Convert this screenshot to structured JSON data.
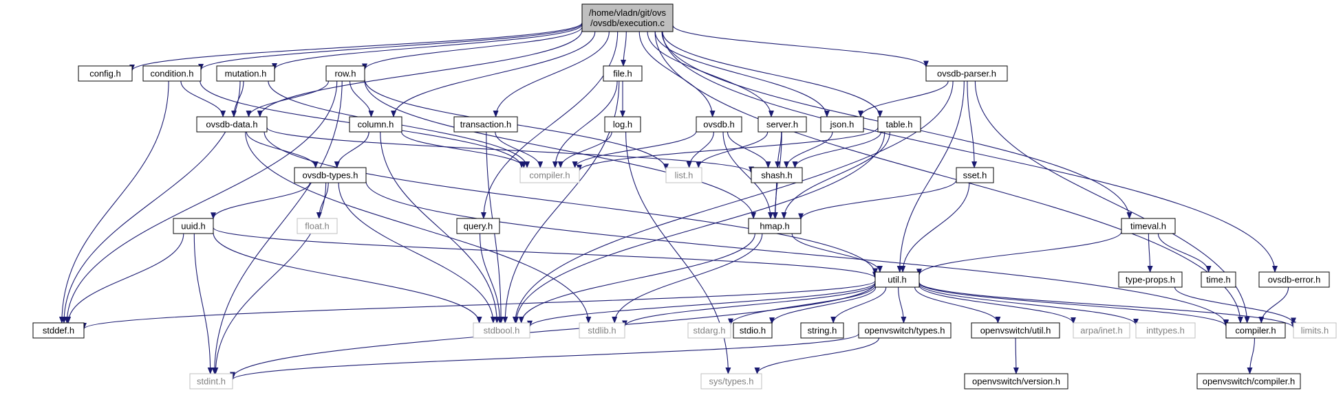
{
  "diagram": {
    "type": "include-dependency-graph",
    "colors": {
      "edge": "#191970",
      "node_border": "#000000",
      "external_border": "#bfbfbf",
      "external_text": "#808080",
      "root_fill": "#bfbfbf"
    },
    "root": "root",
    "nodes": [
      {
        "id": "root",
        "lines": [
          "/home/vladn/git/ovs",
          "/ovsdb/execution.c"
        ],
        "kind": "root"
      },
      {
        "id": "config",
        "lines": [
          "config.h"
        ],
        "kind": "internal"
      },
      {
        "id": "condition",
        "lines": [
          "condition.h"
        ],
        "kind": "internal"
      },
      {
        "id": "mutation",
        "lines": [
          "mutation.h"
        ],
        "kind": "internal"
      },
      {
        "id": "row",
        "lines": [
          "row.h"
        ],
        "kind": "internal"
      },
      {
        "id": "file",
        "lines": [
          "file.h"
        ],
        "kind": "internal"
      },
      {
        "id": "ovsdbparser",
        "lines": [
          "ovsdb-parser.h"
        ],
        "kind": "internal"
      },
      {
        "id": "ovsdbdata",
        "lines": [
          "ovsdb-data.h"
        ],
        "kind": "internal"
      },
      {
        "id": "column",
        "lines": [
          "column.h"
        ],
        "kind": "internal"
      },
      {
        "id": "transaction",
        "lines": [
          "transaction.h"
        ],
        "kind": "internal"
      },
      {
        "id": "log",
        "lines": [
          "log.h"
        ],
        "kind": "internal"
      },
      {
        "id": "ovsdb",
        "lines": [
          "ovsdb.h"
        ],
        "kind": "internal"
      },
      {
        "id": "server",
        "lines": [
          "server.h"
        ],
        "kind": "internal"
      },
      {
        "id": "json",
        "lines": [
          "json.h"
        ],
        "kind": "internal"
      },
      {
        "id": "table",
        "lines": [
          "table.h"
        ],
        "kind": "internal"
      },
      {
        "id": "compiler",
        "lines": [
          "compiler.h"
        ],
        "kind": "external"
      },
      {
        "id": "list",
        "lines": [
          "list.h"
        ],
        "kind": "external"
      },
      {
        "id": "shash",
        "lines": [
          "shash.h"
        ],
        "kind": "internal"
      },
      {
        "id": "ovsdbtypes",
        "lines": [
          "ovsdb-types.h"
        ],
        "kind": "internal"
      },
      {
        "id": "sset",
        "lines": [
          "sset.h"
        ],
        "kind": "internal"
      },
      {
        "id": "float",
        "lines": [
          "float.h"
        ],
        "kind": "external"
      },
      {
        "id": "uuid",
        "lines": [
          "uuid.h"
        ],
        "kind": "internal"
      },
      {
        "id": "query",
        "lines": [
          "query.h"
        ],
        "kind": "internal"
      },
      {
        "id": "hmap",
        "lines": [
          "hmap.h"
        ],
        "kind": "internal"
      },
      {
        "id": "timeval",
        "lines": [
          "timeval.h"
        ],
        "kind": "internal"
      },
      {
        "id": "util",
        "lines": [
          "util.h"
        ],
        "kind": "internal"
      },
      {
        "id": "typeprops",
        "lines": [
          "type-props.h"
        ],
        "kind": "internal"
      },
      {
        "id": "time",
        "lines": [
          "time.h"
        ],
        "kind": "internal"
      },
      {
        "id": "ovsdberror",
        "lines": [
          "ovsdb-error.h"
        ],
        "kind": "internal"
      },
      {
        "id": "stddef",
        "lines": [
          "stddef.h"
        ],
        "kind": "internal"
      },
      {
        "id": "stdbool",
        "lines": [
          "stdbool.h"
        ],
        "kind": "external"
      },
      {
        "id": "stdlib",
        "lines": [
          "stdlib.h"
        ],
        "kind": "external"
      },
      {
        "id": "stdarg",
        "lines": [
          "stdarg.h"
        ],
        "kind": "external"
      },
      {
        "id": "stdio",
        "lines": [
          "stdio.h"
        ],
        "kind": "internal"
      },
      {
        "id": "string",
        "lines": [
          "string.h"
        ],
        "kind": "internal"
      },
      {
        "id": "ovstypes",
        "lines": [
          "openvswitch/types.h"
        ],
        "kind": "internal"
      },
      {
        "id": "ovsutil",
        "lines": [
          "openvswitch/util.h"
        ],
        "kind": "internal"
      },
      {
        "id": "arpa",
        "lines": [
          "arpa/inet.h"
        ],
        "kind": "external"
      },
      {
        "id": "inttypes",
        "lines": [
          "inttypes.h"
        ],
        "kind": "external"
      },
      {
        "id": "compiler2",
        "lines": [
          "compiler.h"
        ],
        "kind": "internal"
      },
      {
        "id": "limits",
        "lines": [
          "limits.h"
        ],
        "kind": "external"
      },
      {
        "id": "stdint",
        "lines": [
          "stdint.h"
        ],
        "kind": "external"
      },
      {
        "id": "systypes",
        "lines": [
          "sys/types.h"
        ],
        "kind": "external"
      },
      {
        "id": "ovsversion",
        "lines": [
          "openvswitch/version.h"
        ],
        "kind": "internal"
      },
      {
        "id": "ovscompiler",
        "lines": [
          "openvswitch/compiler.h"
        ],
        "kind": "internal"
      }
    ],
    "edges": [
      [
        "root",
        "config"
      ],
      [
        "root",
        "condition"
      ],
      [
        "root",
        "mutation"
      ],
      [
        "root",
        "row"
      ],
      [
        "root",
        "ovsdbdata"
      ],
      [
        "root",
        "column"
      ],
      [
        "root",
        "query"
      ],
      [
        "root",
        "transaction"
      ],
      [
        "root",
        "file"
      ],
      [
        "root",
        "ovsdb"
      ],
      [
        "root",
        "server"
      ],
      [
        "root",
        "json"
      ],
      [
        "root",
        "table"
      ],
      [
        "root",
        "ovsdbparser"
      ],
      [
        "root",
        "timeval"
      ],
      [
        "root",
        "ovsdberror"
      ],
      [
        "root",
        "compiler2"
      ],
      [
        "condition",
        "ovsdbdata"
      ],
      [
        "condition",
        "compiler"
      ],
      [
        "condition",
        "stddef"
      ],
      [
        "mutation",
        "ovsdbdata"
      ],
      [
        "mutation",
        "compiler"
      ],
      [
        "mutation",
        "stddef"
      ],
      [
        "row",
        "ovsdbdata"
      ],
      [
        "row",
        "column"
      ],
      [
        "row",
        "hmap"
      ],
      [
        "row",
        "list"
      ],
      [
        "row",
        "stddef"
      ],
      [
        "row",
        "stdint"
      ],
      [
        "ovsdbdata",
        "ovsdbtypes"
      ],
      [
        "ovsdbdata",
        "shash"
      ],
      [
        "ovsdbdata",
        "util"
      ],
      [
        "ovsdbdata",
        "stdlib"
      ],
      [
        "column",
        "ovsdbtypes"
      ],
      [
        "column",
        "compiler"
      ],
      [
        "column",
        "stdbool"
      ],
      [
        "transaction",
        "compiler"
      ],
      [
        "transaction",
        "stdbool"
      ],
      [
        "file",
        "log"
      ],
      [
        "file",
        "compiler"
      ],
      [
        "file",
        "stdbool"
      ],
      [
        "log",
        "compiler"
      ],
      [
        "log",
        "systypes"
      ],
      [
        "ovsdb",
        "compiler"
      ],
      [
        "ovsdb",
        "list"
      ],
      [
        "ovsdb",
        "shash"
      ],
      [
        "ovsdb",
        "hmap"
      ],
      [
        "server",
        "list"
      ],
      [
        "server",
        "shash"
      ],
      [
        "server",
        "hmap"
      ],
      [
        "json",
        "shash"
      ],
      [
        "table",
        "compiler"
      ],
      [
        "table",
        "shash"
      ],
      [
        "table",
        "hmap"
      ],
      [
        "table",
        "stdbool"
      ],
      [
        "ovsdbparser",
        "json"
      ],
      [
        "ovsdbparser",
        "sset"
      ],
      [
        "ovsdbparser",
        "util"
      ],
      [
        "ovsdbparser",
        "compiler2"
      ],
      [
        "ovsdbparser",
        "stdbool"
      ],
      [
        "ovsdbtypes",
        "float"
      ],
      [
        "ovsdbtypes",
        "uuid"
      ],
      [
        "ovsdbtypes",
        "compiler2"
      ],
      [
        "ovsdbtypes",
        "stdbool"
      ],
      [
        "ovsdbtypes",
        "stdint"
      ],
      [
        "uuid",
        "util"
      ],
      [
        "uuid",
        "stddef"
      ],
      [
        "uuid",
        "stdbool"
      ],
      [
        "uuid",
        "stdint"
      ],
      [
        "query",
        "stdbool"
      ],
      [
        "shash",
        "hmap"
      ],
      [
        "sset",
        "hmap"
      ],
      [
        "sset",
        "util"
      ],
      [
        "hmap",
        "util"
      ],
      [
        "hmap",
        "stdbool"
      ],
      [
        "hmap",
        "stdlib"
      ],
      [
        "timeval",
        "util"
      ],
      [
        "timeval",
        "typeprops"
      ],
      [
        "timeval",
        "time"
      ],
      [
        "typeprops",
        "limits"
      ],
      [
        "ovsdberror",
        "compiler2"
      ],
      [
        "util",
        "stddef"
      ],
      [
        "util",
        "stdbool"
      ],
      [
        "util",
        "stdlib"
      ],
      [
        "util",
        "stdarg"
      ],
      [
        "util",
        "stdio"
      ],
      [
        "util",
        "string"
      ],
      [
        "util",
        "ovstypes"
      ],
      [
        "util",
        "ovsutil"
      ],
      [
        "util",
        "arpa"
      ],
      [
        "util",
        "inttypes"
      ],
      [
        "util",
        "compiler2"
      ],
      [
        "util",
        "limits"
      ],
      [
        "util",
        "stdint"
      ],
      [
        "ovstypes",
        "stdint"
      ],
      [
        "ovstypes",
        "systypes"
      ],
      [
        "ovsutil",
        "ovsversion"
      ],
      [
        "compiler2",
        "ovscompiler"
      ]
    ]
  }
}
